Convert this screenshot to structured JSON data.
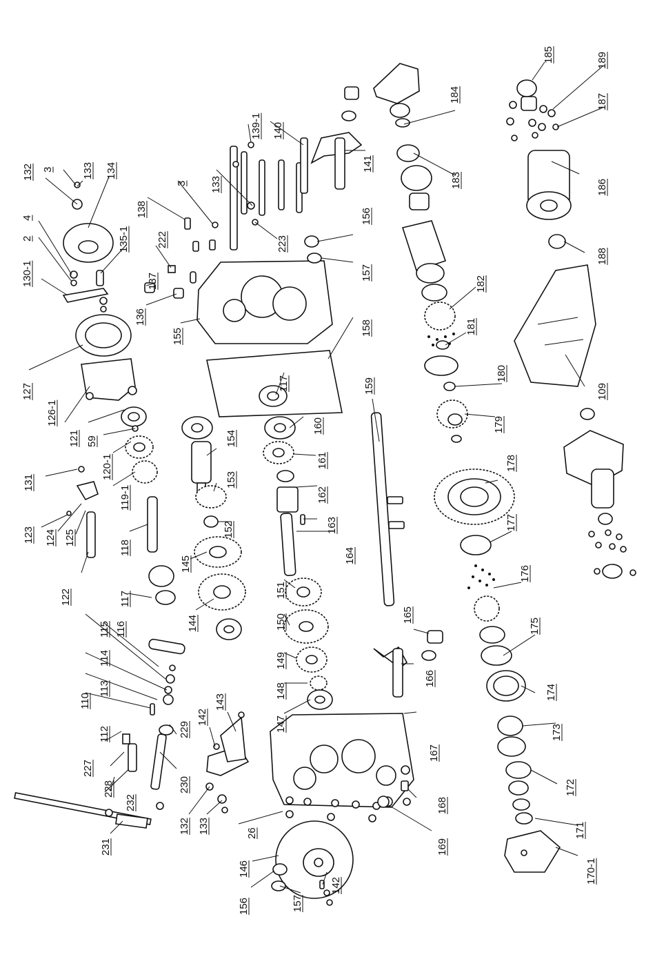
{
  "labels": [
    "132",
    "3",
    "133",
    "134",
    "4",
    "2",
    "130-1",
    "135-1",
    "127",
    "126-1",
    "121",
    "59",
    "120-1",
    "131",
    "119-1",
    "123",
    "124",
    "125",
    "122",
    "118",
    "117",
    "116",
    "115",
    "114",
    "113",
    "110",
    "112",
    "227",
    "228",
    "232",
    "231",
    "230",
    "229",
    "138",
    "3",
    "222",
    "137",
    "136",
    "133",
    "139-1",
    "140",
    "141",
    "223",
    "156",
    "157",
    "155",
    "158",
    "117",
    "154",
    "153",
    "152",
    "145",
    "144",
    "160",
    "161",
    "162",
    "163",
    "164",
    "151",
    "150",
    "149",
    "148",
    "147",
    "142",
    "143",
    "132",
    "133",
    "146",
    "26",
    "156",
    "157",
    "142",
    "159",
    "165",
    "166",
    "167",
    "168",
    "169",
    "184",
    "183",
    "182",
    "181",
    "180",
    "179",
    "178",
    "177",
    "176",
    "175",
    "174",
    "173",
    "172",
    "171",
    "170-1",
    "185",
    "189",
    "187",
    "186",
    "188",
    "109"
  ]
}
